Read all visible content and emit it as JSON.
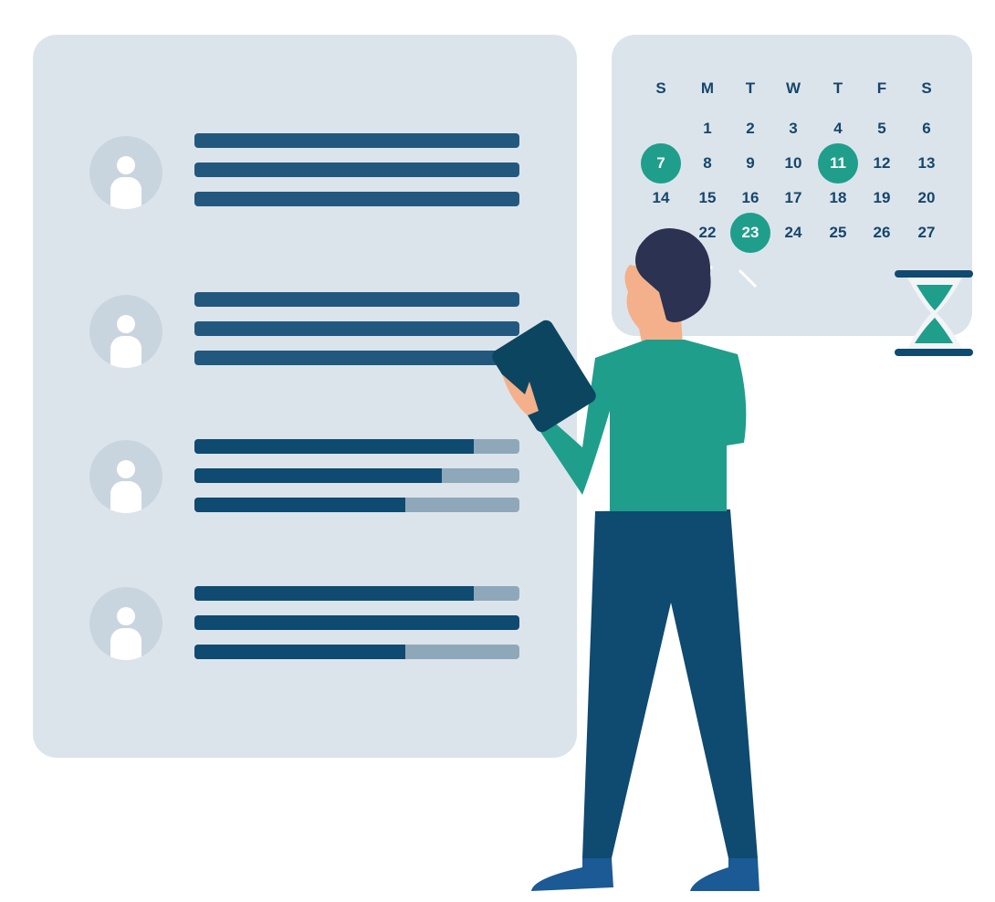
{
  "profile_list": {
    "rows": [
      {
        "type": "text",
        "lines": [
          1,
          1,
          1
        ]
      },
      {
        "type": "text",
        "lines": [
          1,
          1,
          1
        ]
      },
      {
        "type": "progress",
        "progress": [
          0.86,
          0.76,
          0.65
        ]
      },
      {
        "type": "progress",
        "progress": [
          0.86,
          1.0,
          0.65
        ]
      }
    ]
  },
  "calendar": {
    "weekdays": [
      "S",
      "M",
      "T",
      "W",
      "T",
      "F",
      "S"
    ],
    "weeks": [
      [
        "",
        "1",
        "2",
        "3",
        "4",
        "5",
        "6"
      ],
      [
        "7",
        "8",
        "9",
        "10",
        "11",
        "12",
        "13"
      ],
      [
        "14",
        "15",
        "16",
        "17",
        "18",
        "19",
        "20"
      ],
      [
        "",
        "22",
        "23",
        "24",
        "25",
        "26",
        "27"
      ]
    ],
    "highlighted": [
      "7",
      "11",
      "23"
    ]
  },
  "colors": {
    "panel": "#dce4eb",
    "accent": "#1f9e8c",
    "navy": "#0f4a70"
  }
}
